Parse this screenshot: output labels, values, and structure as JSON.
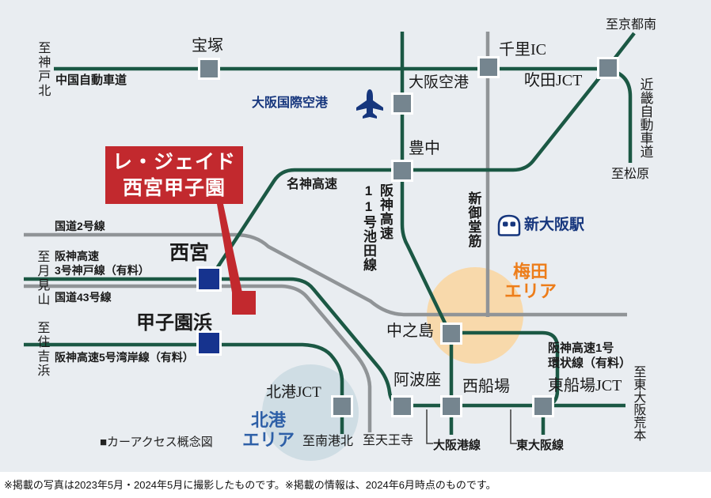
{
  "colors": {
    "map_bg": "#e9edf1",
    "road_green": "#1b5844",
    "road_gray": "#909497",
    "node_gray": "#75858f",
    "node_blue": "#16338e",
    "accent_red": "#c2292e",
    "navy_text": "#16367d",
    "orange_text": "#ed7d1a",
    "blue_area_text": "#2d5fa7",
    "umeda_circle": "#f8d9ab",
    "hokko_circle": "#cfdde4",
    "leader_line": "#3c3c3c"
  },
  "property_callout": {
    "name": "レ・ジェイド\n西宮甲子園"
  },
  "nodes": {
    "takarazuka": "宝塚",
    "senri_ic": "千里IC",
    "suita_jct": "吹田JCT",
    "osaka_airport": "大阪空港",
    "toyonaka": "豊中",
    "nishinomiya": "西宮",
    "koshienhama": "甲子園浜",
    "nakanoshima": "中之島",
    "awaza": "阿波座",
    "nishisenba": "西船場",
    "higashisenba_jct": "東船場JCT",
    "hokko_jct": "北港JCT"
  },
  "roads": {
    "chugoku": "中国自動車道",
    "meishin": "名神高速",
    "ikeda": "阪神高速\n11号池田線",
    "kinki": "近畿自動車道",
    "shin_midosuji": "新御堂筋",
    "route2": "国道2号線",
    "kobe3": "阪神高速\n3号神戸線（有料）",
    "route43": "国道43号線",
    "wangan5": "阪神高速5号湾岸線（有料）",
    "kanjo1": "阪神高速1号\n環状線（有料）",
    "osakako": "大阪港線",
    "higashiosaka": "東大阪線"
  },
  "destinations": {
    "kobe_kita": "至神戸北",
    "kyoto_minami": "至京都南",
    "matsubara": "至松原",
    "tsukimiyama": "至月見山",
    "sumiyoshihama": "至住吉浜",
    "nanko_kita": "至南港北",
    "tennoji": "至天王寺",
    "higashiosaka_aramoto": "至東大阪荒本"
  },
  "pois": {
    "itami_airport": "大阪国際空港",
    "shin_osaka_station": "新大阪駅"
  },
  "areas": {
    "umeda": "梅田\nエリア",
    "hokko": "北港\nエリア"
  },
  "caption": "■カーアクセス概念図",
  "footer": "※掲載の写真は2023年5月・2024年5月に撮影したものです。※掲載の情報は、2024年6月時点のものです。"
}
